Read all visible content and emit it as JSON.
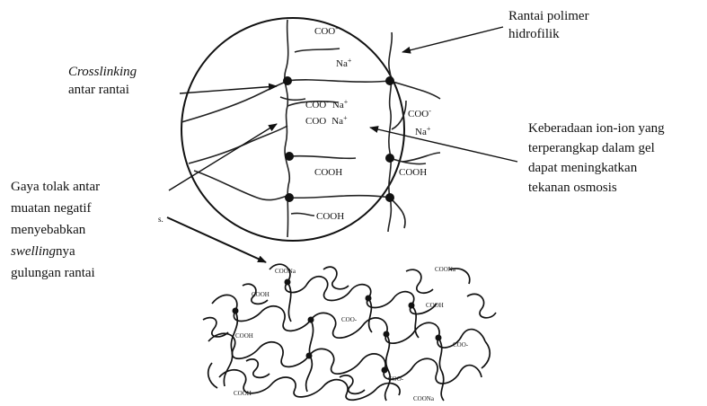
{
  "labels": {
    "crosslinking": {
      "line1_italic": "Crosslinking",
      "line2": "antar  rantai"
    },
    "polimer": {
      "line1": "Rantai polimer",
      "line2": "hidrofilik"
    },
    "ion": {
      "line1": "Keberadaan ion-ion yang",
      "line2": "terperangkap dalam gel",
      "line3": "dapat meningkatkan",
      "line4": "tekanan osmosis"
    },
    "gaya": {
      "line1": "Gaya tolak antar",
      "line2": "muatan negatif",
      "line3": "menyebabkan",
      "line4_italic": "swelling",
      "line4_rest": "nya",
      "line5": "gulungan rantai"
    },
    "stray_mark": "s."
  },
  "circle_text": {
    "coo_top": "COO",
    "na_top": "Na",
    "coo_mid1": "COO",
    "na_mid1": "Na",
    "coo_mid2": "COO",
    "na_mid2": "Na",
    "coo_right": "COO",
    "na_right": "Na",
    "cooh_left": "COOH",
    "cooh_right": "COOH",
    "cooh_bottom": "COOH",
    "minus": "-",
    "plus": "+"
  },
  "tangle_text": {
    "coona_1": "COONa",
    "coona_2": "COONa",
    "cooh_1": "COOH",
    "cooh_2": "COOH",
    "cooh_3": "COOH",
    "coo_1": "COO-",
    "coo_2": "COO-",
    "coo_3": "COO-",
    "coona_3": "COONa",
    "cooh_4": "COOH"
  }
}
